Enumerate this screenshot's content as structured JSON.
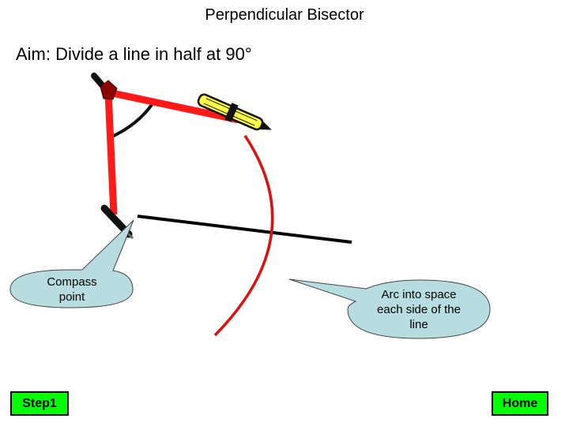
{
  "title": "Perpendicular Bisector",
  "aim": "Aim: Divide a line in half at 90°",
  "callouts": {
    "compass_point": "Compass point",
    "arc": "Arc into space each side of the line"
  },
  "buttons": {
    "step": "Step1",
    "home": "Home"
  },
  "colors": {
    "compass_leg": "#ff1a1a",
    "hinge": "#8b0000",
    "pencil": "#ffff44",
    "arc": "#dd1111",
    "callout_fill": "#b8dde0",
    "button": "#00ff00"
  }
}
